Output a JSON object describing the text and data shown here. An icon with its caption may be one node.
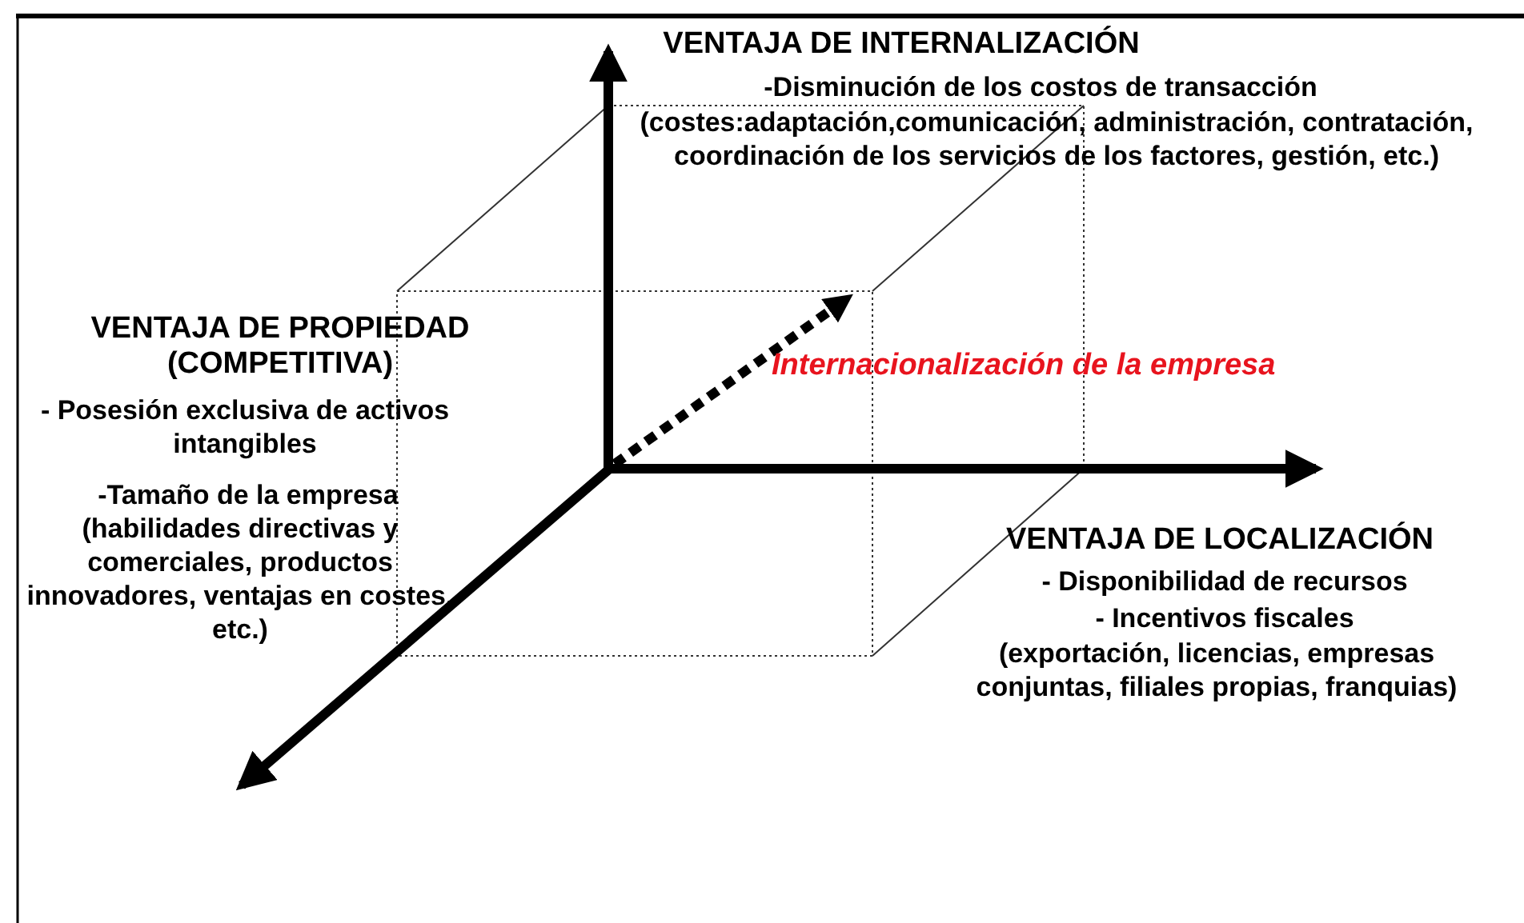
{
  "diagram": {
    "labels": [
      "VENTAJA DE INTERNALIZACIÓN",
      "-Disminución de los costos de transacción",
      "(costes:adaptación,comunicación, administración, contratación, coordinación de los servicios de los factores, gestión, etc.)",
      "VENTAJA DE PROPIEDAD (COMPETITIVA)",
      "- Posesión exclusiva de activos intangibles",
      "-Tamaño de la empresa",
      "(habilidades directivas y comerciales, productos innovadores, ventajas en costes, etc.)",
      "Internacionalización de la empresa",
      "VENTAJA DE LOCALIZACIÓN",
      "- Disponibilidad de recursos",
      "- Incentivos fiscales",
      "(exportación, licencias, empresas conjuntas, filiales propias, franquias)"
    ]
  }
}
